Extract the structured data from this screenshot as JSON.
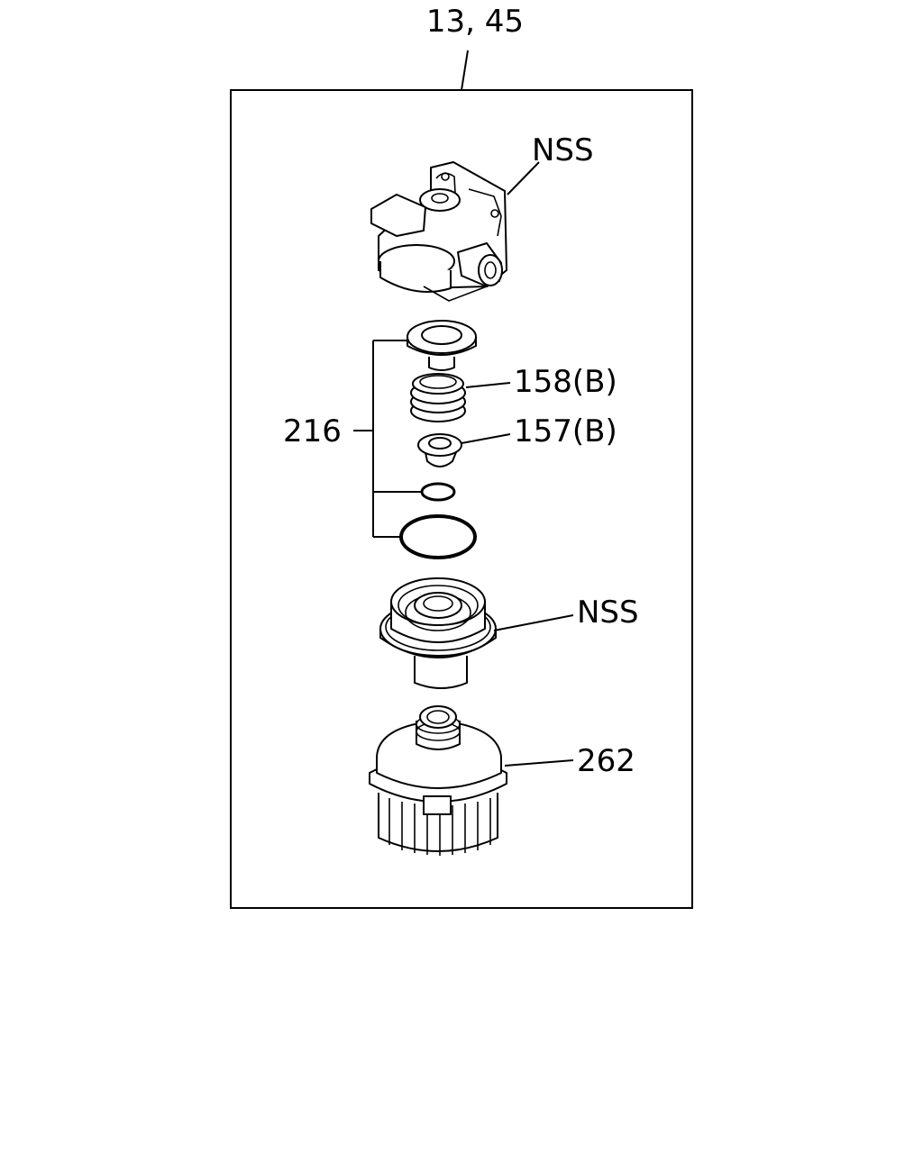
{
  "labels": {
    "assembly": "13, 45",
    "head": "NSS",
    "spring": "158(B)",
    "valve": "157(B)",
    "kit": "216",
    "element": "NSS",
    "bowl": "262"
  },
  "colors": {
    "line": "#000000",
    "background": "#ffffff"
  }
}
